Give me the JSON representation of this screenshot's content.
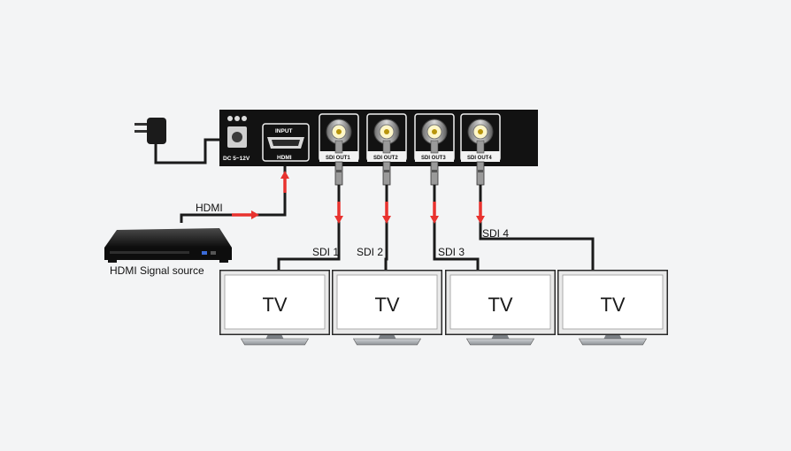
{
  "splitter": {
    "power_label": "DC 5~12V",
    "input_label": "INPUT",
    "hdmi_label": "HDMI",
    "ports": [
      "SDI OUT1",
      "SDI OUT2",
      "SDI OUT3",
      "SDI OUT4"
    ]
  },
  "source": {
    "cable_label": "HDMI",
    "device_label": "HDMI Signal source"
  },
  "sdi_cables": [
    "SDI 1",
    "SDI 2",
    "SDI 3",
    "SDI 4"
  ],
  "tvs": [
    "TV",
    "TV",
    "TV",
    "TV"
  ],
  "colors": {
    "signal_arrow": "#e8322e",
    "device_body": "#111111",
    "cable": "#1a1a1a"
  }
}
